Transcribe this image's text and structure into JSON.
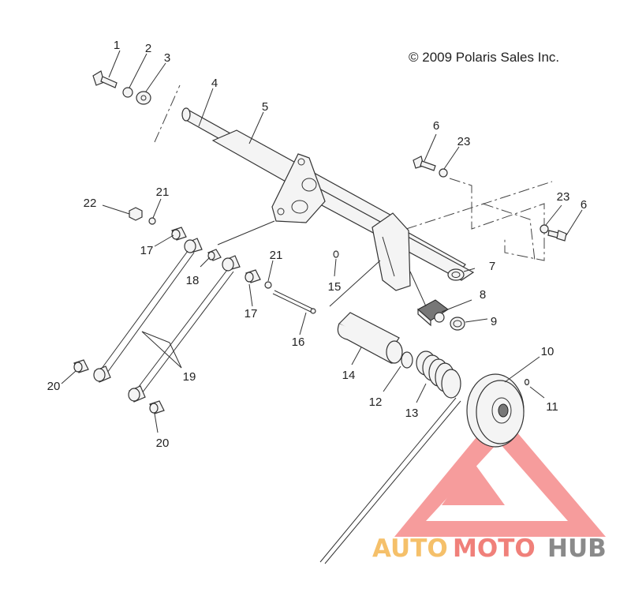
{
  "copyright": "© 2009 Polaris Sales Inc.",
  "watermark": {
    "auto": "AUTO",
    "moto": "MOTO",
    "hub": "HUB",
    "colors": {
      "auto": "#f5c06a",
      "moto": "#f0807a",
      "hub": "#8a8a8a",
      "triangle": "#f47c7c"
    }
  },
  "callouts": [
    {
      "id": "c1",
      "text": "1"
    },
    {
      "id": "c2",
      "text": "2"
    },
    {
      "id": "c3",
      "text": "3"
    },
    {
      "id": "c4",
      "text": "4"
    },
    {
      "id": "c5",
      "text": "5"
    },
    {
      "id": "c6a",
      "text": "6"
    },
    {
      "id": "c23a",
      "text": "23"
    },
    {
      "id": "c23b",
      "text": "23"
    },
    {
      "id": "c6b",
      "text": "6"
    },
    {
      "id": "c22",
      "text": "22"
    },
    {
      "id": "c21a",
      "text": "21"
    },
    {
      "id": "c17a",
      "text": "17"
    },
    {
      "id": "c18",
      "text": "18"
    },
    {
      "id": "c21b",
      "text": "21"
    },
    {
      "id": "c17b",
      "text": "17"
    },
    {
      "id": "c15",
      "text": "15"
    },
    {
      "id": "c7",
      "text": "7"
    },
    {
      "id": "c8",
      "text": "8"
    },
    {
      "id": "c9",
      "text": "9"
    },
    {
      "id": "c16",
      "text": "16"
    },
    {
      "id": "c10",
      "text": "10"
    },
    {
      "id": "c11",
      "text": "11"
    },
    {
      "id": "c14",
      "text": "14"
    },
    {
      "id": "c12",
      "text": "12"
    },
    {
      "id": "c13",
      "text": "13"
    },
    {
      "id": "c19",
      "text": "19"
    },
    {
      "id": "c20a",
      "text": "20"
    },
    {
      "id": "c20b",
      "text": "20"
    }
  ]
}
